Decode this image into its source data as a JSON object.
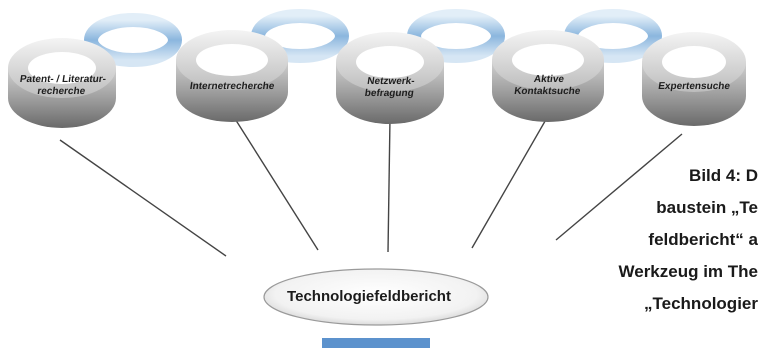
{
  "rings": [
    {
      "label": "Patent- / Literatur-\nrecherche"
    },
    {
      "label": "Internetrecherche"
    },
    {
      "label": "Netzwerk-\nbefragung"
    },
    {
      "label": "Aktive\nKontaktsuche"
    },
    {
      "label": "Expertensuche"
    }
  ],
  "center": {
    "label": "Technologiefeldbericht"
  },
  "caption": {
    "lines": [
      "Bild 4: D",
      "baustein „Te",
      "feldbericht“ a",
      "Werkzeug im The",
      "„Technologier"
    ]
  },
  "colors": {
    "ring_gray": "#8e8e8e",
    "chain_blue": "#6fa3d2",
    "line": "#444444"
  }
}
